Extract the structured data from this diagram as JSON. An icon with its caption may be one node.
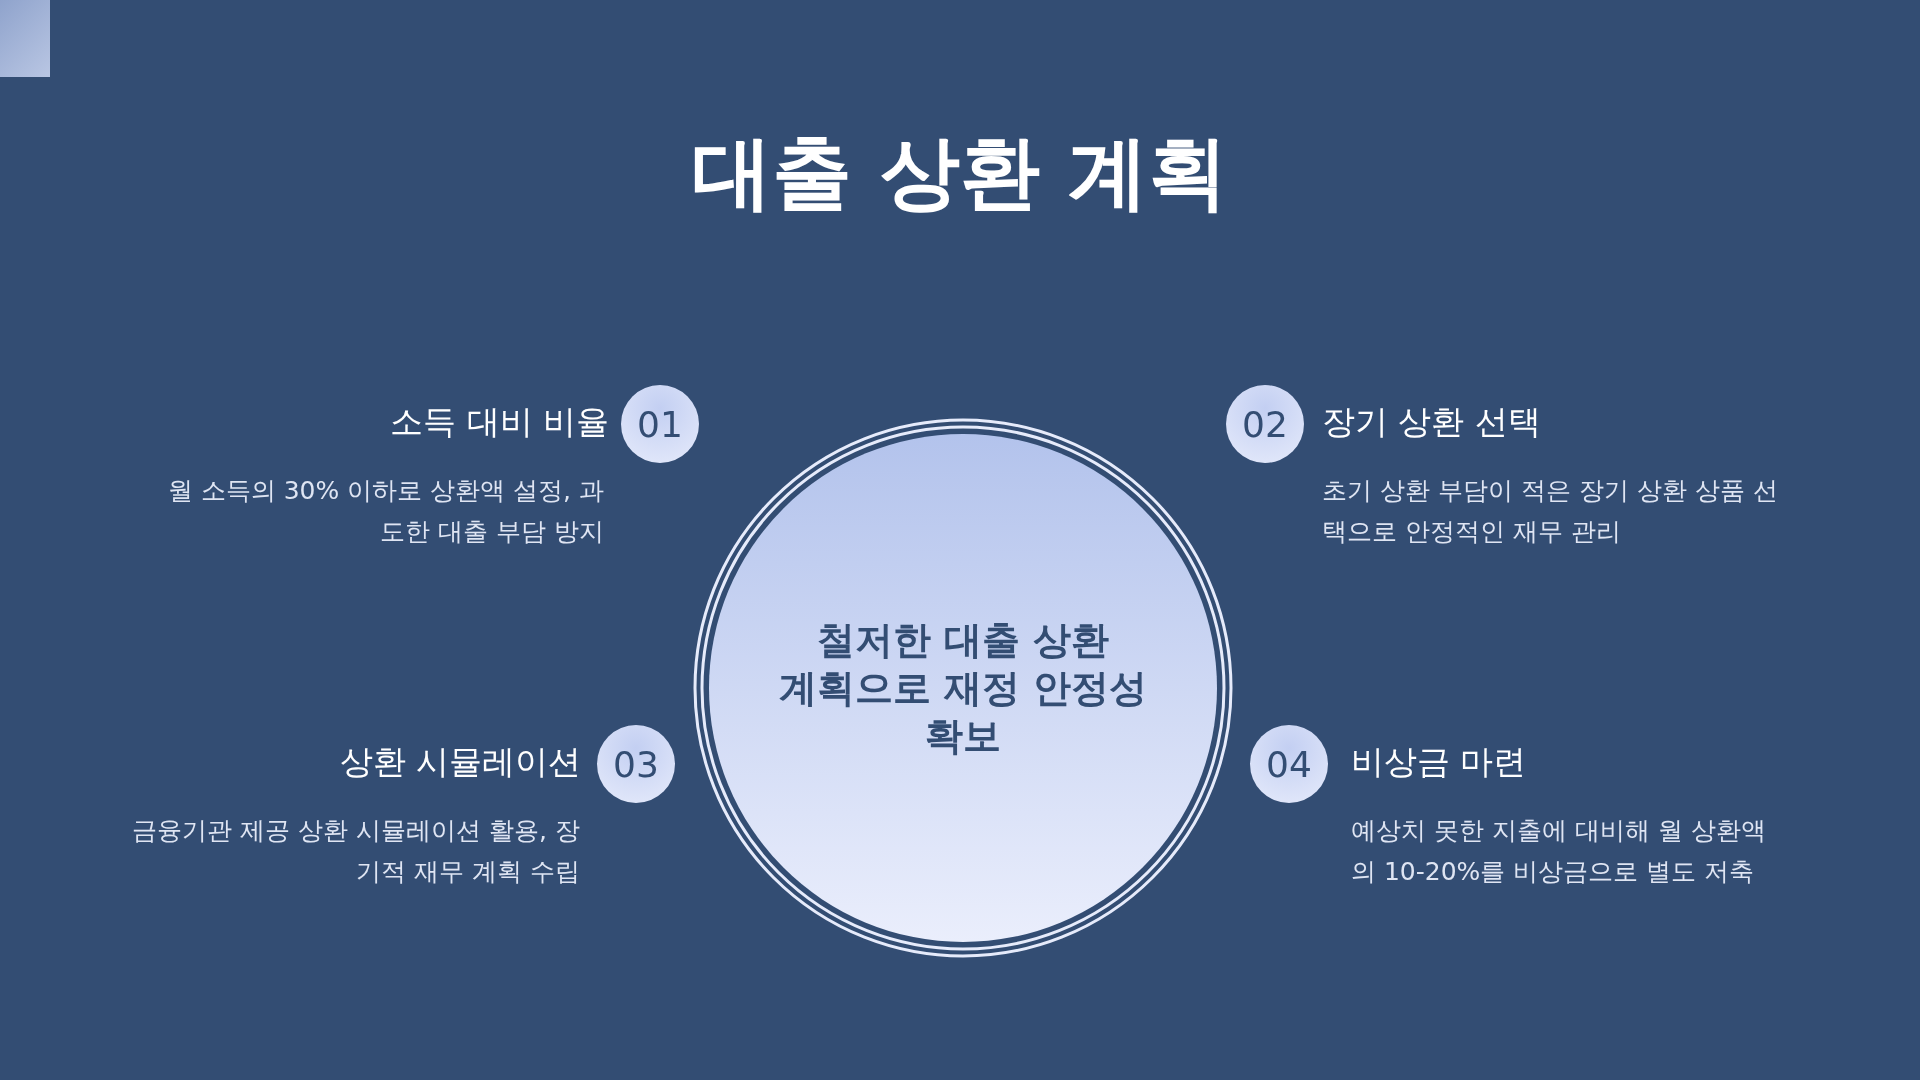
{
  "diagram": {
    "title": "대출 상환 계획",
    "nodes": [
      {
        "text": [
          "철저한 대출 상환 계획으로 재정 안정성 확보"
        ]
      },
      {
        "text": [
          "01"
        ],
        "beside": [
          "소득 대비 비율",
          "월 소득의 30% 이하로 상환액 설정, 과도한 대출 부담 방지"
        ]
      },
      {
        "text": [
          "02"
        ],
        "beside": [
          "장기 상환 선택",
          "초기 상환 부담이 적은 장기 상환 상품 선택으로 안정적인 재무 관리"
        ]
      },
      {
        "text": [
          "03"
        ],
        "beside": [
          "상환 시뮬레이션",
          "금융기관 제공 상환 시뮬레이션 활용, 장기적 재무 계획 수립"
        ]
      },
      {
        "text": [
          "04"
        ],
        "beside": [
          "비상금 마련",
          "예상치 못한 지출에 대비해 월 상환액의 10-20%를 비상금으로 별도 저축"
        ]
      }
    ]
  }
}
